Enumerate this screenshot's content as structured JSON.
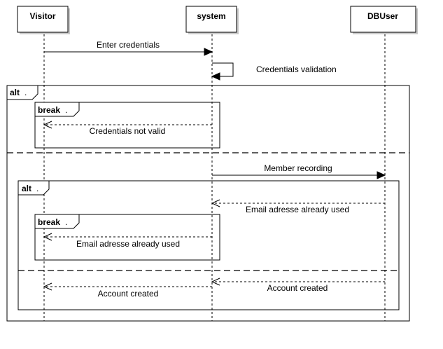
{
  "participants": {
    "visitor": "Visitor",
    "system": "system",
    "dbuser": "DBUser"
  },
  "messages": {
    "m1": "Enter credentials",
    "m2": "Credentials validation",
    "m3": "Credentials not valid",
    "m4": "Member recording",
    "m5": "Email adresse already used",
    "m6": "Email adresse already used",
    "m7": "Account created",
    "m8": "Account created"
  },
  "fragments": {
    "outer_alt": "alt",
    "break1": "break",
    "inner_alt": "alt",
    "break2": "break",
    "guard": "."
  }
}
